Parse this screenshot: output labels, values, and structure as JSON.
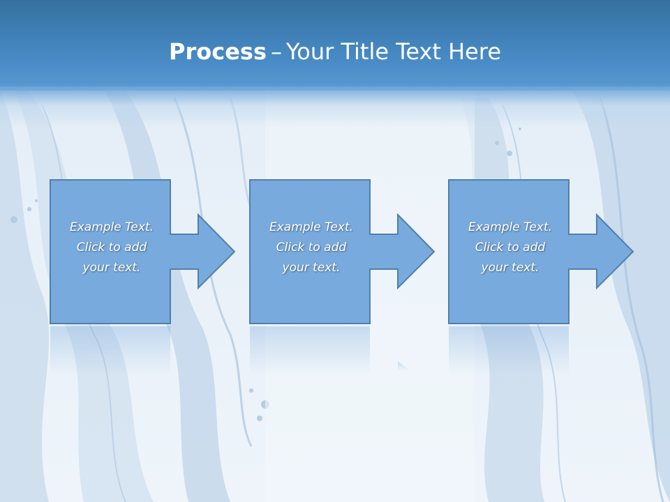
{
  "slide": {
    "title_bold": "Process",
    "title_separator": "–",
    "title_rest": "Your Title Text Here"
  },
  "steps": [
    {
      "line1": "Example Text.",
      "line2": "Click  to add",
      "line3": "your text."
    },
    {
      "line1": "Example Text.",
      "line2": "Click  to add",
      "line3": "your text."
    },
    {
      "line1": "Example Text.",
      "line2": "Click  to add",
      "line3": "your text."
    }
  ],
  "colors": {
    "header": "#4a8cc7",
    "step_fill": "#79aadd",
    "step_stroke": "#4f7fae",
    "background": "#eef4fa"
  }
}
